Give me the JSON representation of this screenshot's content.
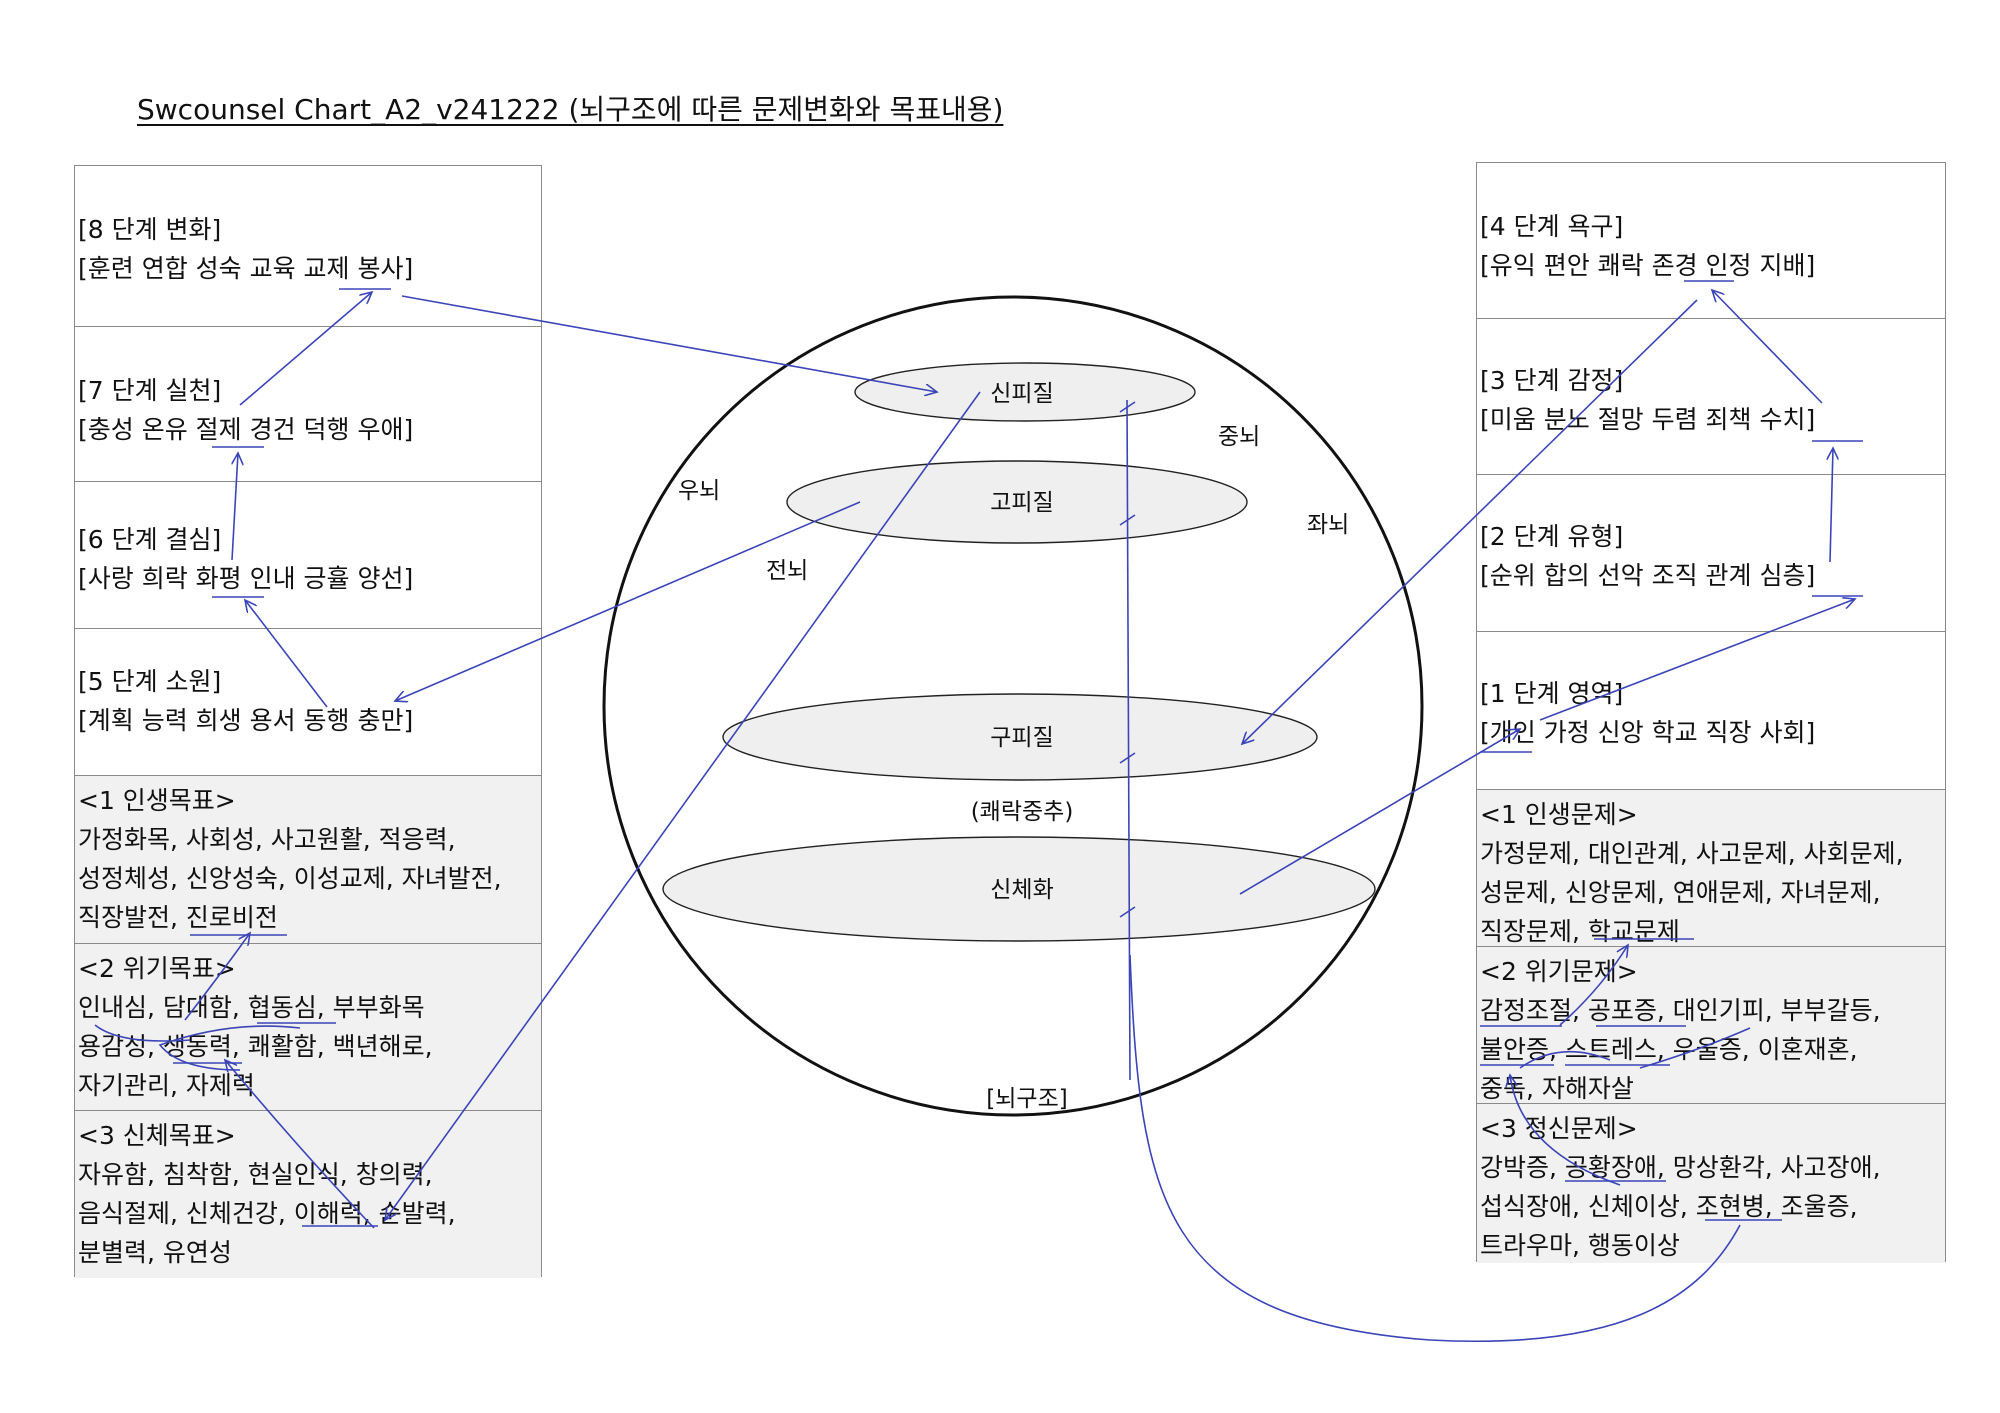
{
  "title": "Swcounsel Chart_A2_v241222 (뇌구조에 따른 문제변화와 목표내용)",
  "colors": {
    "arrow": "#3b45b8",
    "ellipse_fill": "#efefef",
    "cell_gray": "#f1f1f1",
    "border": "#8a8a8a"
  },
  "left_panel": {
    "stages": [
      {
        "heading": "[8 단계 변화]",
        "items": "[훈련 연합 성숙 교육 교제 봉사]"
      },
      {
        "heading": "[7 단계 실천]",
        "items": "[충성 온유 절제 경건 덕행 우애]"
      },
      {
        "heading": "[6 단계 결심]",
        "items": "[사랑 희락 화평 인내 긍휼 양선]"
      },
      {
        "heading": "[5 단계 소원]",
        "items": "[계획 능력 희생 용서 동행 충만]"
      }
    ],
    "goals": [
      {
        "heading": "<1 인생목표>",
        "lines": [
          "가정화목, 사회성, 사고원활, 적응력,",
          "성정체성, 신앙성숙, 이성교제, 자녀발전,",
          "직장발전, 진로비전"
        ]
      },
      {
        "heading": "<2 위기목표>",
        "lines": [
          "인내심, 담대함, 협동심, 부부화목",
          "용감성, 생동력, 쾌활함, 백년해로,",
          "자기관리, 자제력"
        ]
      },
      {
        "heading": "<3 신체목표>",
        "lines": [
          "자유함, 침착함, 현실인식, 창의력,",
          "음식절제, 신체건강, 이해력, 순발력,",
          "분별력, 유연성"
        ]
      }
    ]
  },
  "right_panel": {
    "stages": [
      {
        "heading": "[4 단계 욕구]",
        "items": "[유익 편안 쾌락 존경 인정 지배]"
      },
      {
        "heading": "[3 단계 감정]",
        "items": "[미움 분노 절망 두렴 죄책 수치]"
      },
      {
        "heading": "[2 단계 유형]",
        "items": "[순위 합의 선악 조직 관계 심층]"
      },
      {
        "heading": "[1 단계 영역]",
        "items": "[개인 가정 신앙 학교 직장 사회]"
      }
    ],
    "problems": [
      {
        "heading": "<1 인생문제>",
        "lines": [
          "가정문제, 대인관계, 사고문제, 사회문제,",
          "성문제, 신앙문제, 연애문제, 자녀문제,",
          "직장문제, 학교문제"
        ]
      },
      {
        "heading": "<2 위기문제>",
        "lines": [
          "감정조절, 공포증, 대인기피, 부부갈등,",
          "불안증, 스트레스, 우울증, 이혼재혼,",
          "중독, 자해자살"
        ]
      },
      {
        "heading": "<3 정신문제>",
        "lines": [
          "강박증, 공황장애, 망상환각, 사고장애,",
          "섭식장애, 신체이상, 조현병, 조울증,",
          "트라우마, 행동이상"
        ]
      }
    ]
  },
  "brain": {
    "caption": "[뇌구조]",
    "layers": [
      {
        "label": "신피질"
      },
      {
        "label": "고피질"
      },
      {
        "label": "구피질"
      },
      {
        "label": "신체화"
      }
    ],
    "regions": {
      "right": "우뇌",
      "left": "좌뇌",
      "middle": "중뇌",
      "front": "전뇌"
    },
    "center_note": "(쾌락중추)"
  }
}
